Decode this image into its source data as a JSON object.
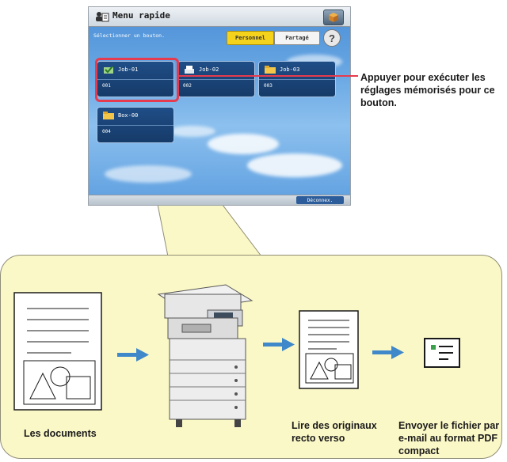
{
  "screen": {
    "title": "Menu rapide",
    "instruction": "Sélectionner un bouton.",
    "tabs": [
      {
        "label": "Personnel",
        "active": true
      },
      {
        "label": "Partagé",
        "active": false
      }
    ],
    "help_symbol": "?",
    "jobs": [
      {
        "name": "Job-01",
        "number": "001",
        "icon": "check-document-icon"
      },
      {
        "name": "Job-02",
        "number": "002",
        "icon": "printer-icon"
      },
      {
        "name": "Job-03",
        "number": "003",
        "icon": "folder-icon"
      },
      {
        "name": "Box-00",
        "number": "004",
        "icon": "folder-icon"
      }
    ],
    "logout_label": "Déconnex."
  },
  "callout": {
    "text": "Appuyer pour exécuter les réglages mémorisés pour ce bouton."
  },
  "workflow": {
    "steps": [
      {
        "label": "Les documents"
      },
      {
        "label": "Lire des originaux recto verso"
      },
      {
        "label": "Envoyer le fichier par e-mail au format PDF compact"
      }
    ]
  },
  "colors": {
    "highlight": "#e63b4e",
    "panel_fill": "#fbf8c7",
    "arrow": "#3f88c9",
    "tab_active": "#f5d21b"
  }
}
